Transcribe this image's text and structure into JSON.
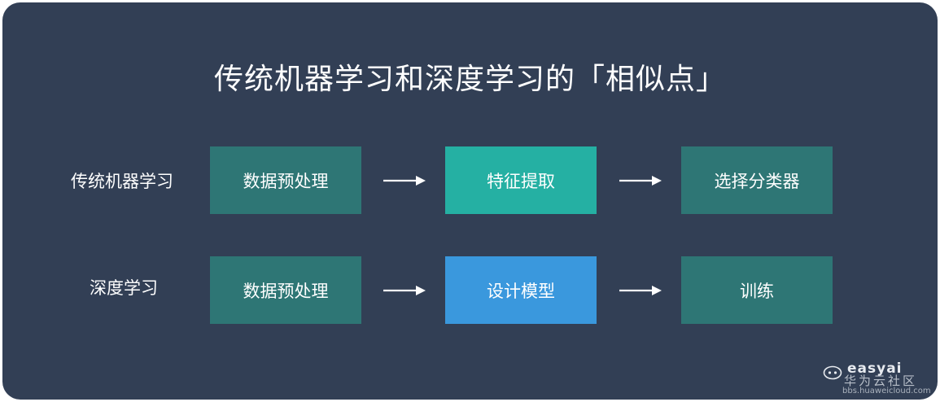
{
  "title": "传统机器学习和深度学习的「相似点」",
  "rows": [
    {
      "label": "传统机器学习",
      "steps": [
        "数据预处理",
        "特征提取",
        "选择分类器"
      ]
    },
    {
      "label": "深度学习",
      "steps": [
        "数据预处理",
        "设计模型",
        "训练"
      ]
    }
  ],
  "colors": {
    "background": "#323f55",
    "box_default": "#2e7675",
    "box_feature": "#25b0a3",
    "box_model": "#3a98dd",
    "text": "#ffffff"
  },
  "watermark": {
    "brand": "easyai",
    "community": "华为云社区",
    "url": "bbs.huaweicloud.com"
  }
}
